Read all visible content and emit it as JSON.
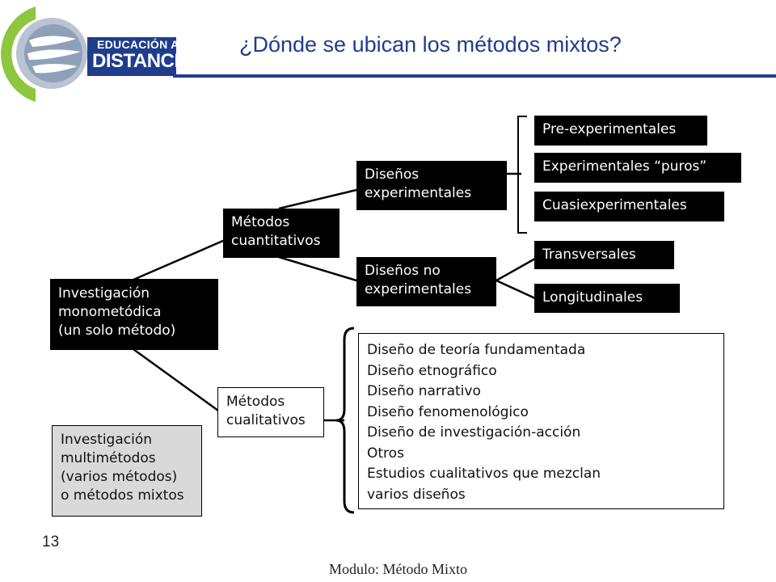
{
  "header": {
    "title": "¿Dónde se ubican los métodos mixtos?",
    "logo": {
      "line1": "EDUCACIÓN A",
      "line2": "DISTANCIA"
    }
  },
  "diagram": {
    "root": [
      "Investigación",
      "monometódica",
      "(un solo método)"
    ],
    "multi": [
      "Investigación",
      "multimétodos",
      "(varios métodos)",
      "o métodos mixtos"
    ],
    "quant": [
      "Métodos",
      "cuantitativos"
    ],
    "qual": [
      "Métodos",
      "cualitativos"
    ],
    "experimental": [
      "Diseños",
      "experimentales"
    ],
    "non_experimental": [
      "Diseños no",
      "experimentales"
    ],
    "experimental_types": [
      "Pre-experimentales",
      "Experimentales “puros”",
      "Cuasiexperimentales"
    ],
    "non_experimental_types": [
      "Transversales",
      "Longitudinales"
    ],
    "qualitative_designs": [
      "Diseño de teoría fundamentada",
      "Diseño etnográfico",
      "Diseño narrativo",
      "Diseño fenomenológico",
      "Diseño de investigación-acción",
      "Otros",
      "Estudios cualitativos que mezclan",
      "varios diseños"
    ]
  },
  "footer": {
    "page_number": "13",
    "module": "Modulo: Método Mixto"
  },
  "colors": {
    "brand_blue": "#1f3d8c",
    "logo_green": "#8dc63f",
    "box_dark": "#000000",
    "box_gray": "#d9d9d9"
  }
}
